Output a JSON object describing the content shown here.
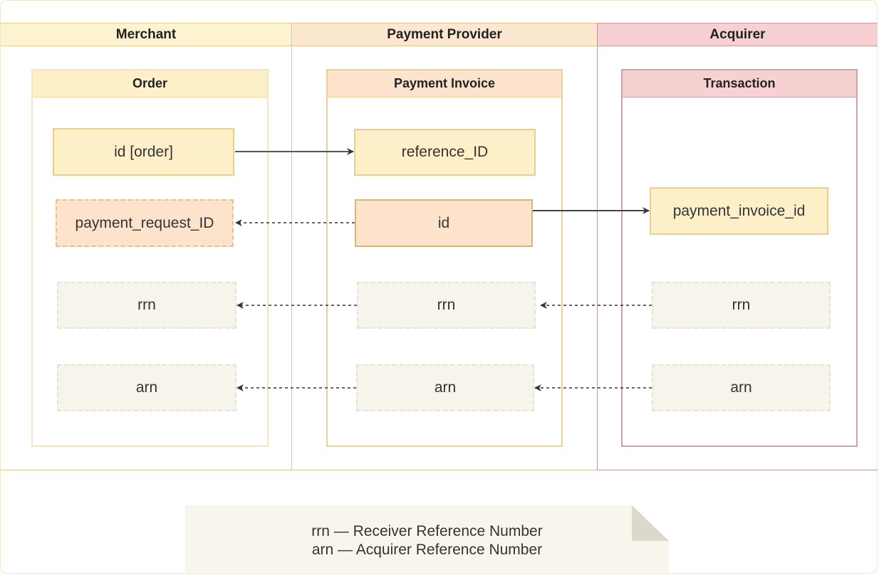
{
  "lanes": {
    "merchant": {
      "title": "Merchant",
      "color": "#fdf3d1",
      "border": "#e4cf8c"
    },
    "provider": {
      "title": "Payment Provider",
      "color": "#fde7d1",
      "border": "#e2c488"
    },
    "acquirer": {
      "title": "Acquirer",
      "color": "#f7d0d1",
      "border": "#c9979a"
    }
  },
  "containers": {
    "order": {
      "title": "Order"
    },
    "payment_invoice": {
      "title": "Payment Invoice"
    },
    "transaction": {
      "title": "Transaction"
    }
  },
  "fields": {
    "order_id": "id [order]",
    "payment_request_id": "payment_request_ID",
    "merchant_rrn": "rrn",
    "merchant_arn": "arn",
    "reference_id": "reference_ID",
    "invoice_id": "id",
    "provider_rrn": "rrn",
    "provider_arn": "arn",
    "payment_invoice_id": "payment_invoice_id",
    "acquirer_rrn": "rrn",
    "acquirer_arn": "arn"
  },
  "legend": {
    "line1": "rrn — Receiver Reference Number",
    "line2": "arn — Acquirer Reference Number"
  },
  "colors": {
    "yellow_fill": "#fdf0c9",
    "yellow_border": "#dcc67c",
    "peach_fill": "#fde3cc",
    "peach_border": "#d9b77a",
    "faded_fill": "#f7f4eb",
    "faded_border": "#e0dccd",
    "arrow": "#333333"
  }
}
